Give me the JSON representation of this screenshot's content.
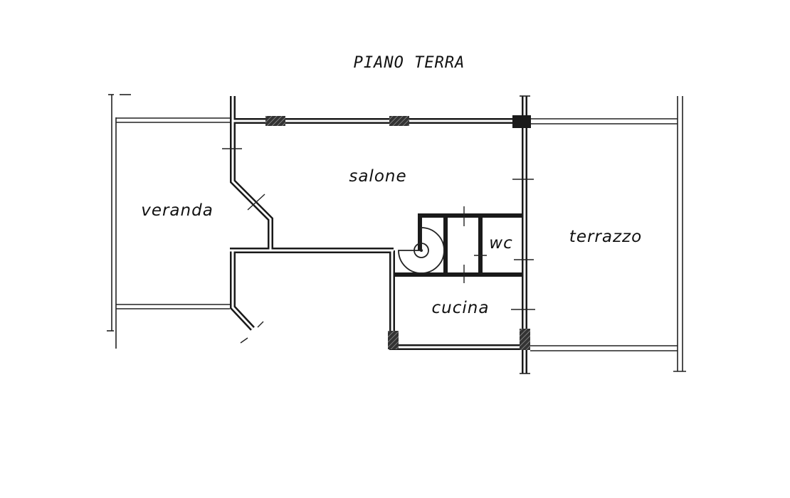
{
  "title": "PIANO TERRA",
  "rooms": {
    "salone": "salone",
    "veranda": "veranda",
    "wc": "wc",
    "cucina": "cucina",
    "terrazzo": "terrazzo"
  }
}
